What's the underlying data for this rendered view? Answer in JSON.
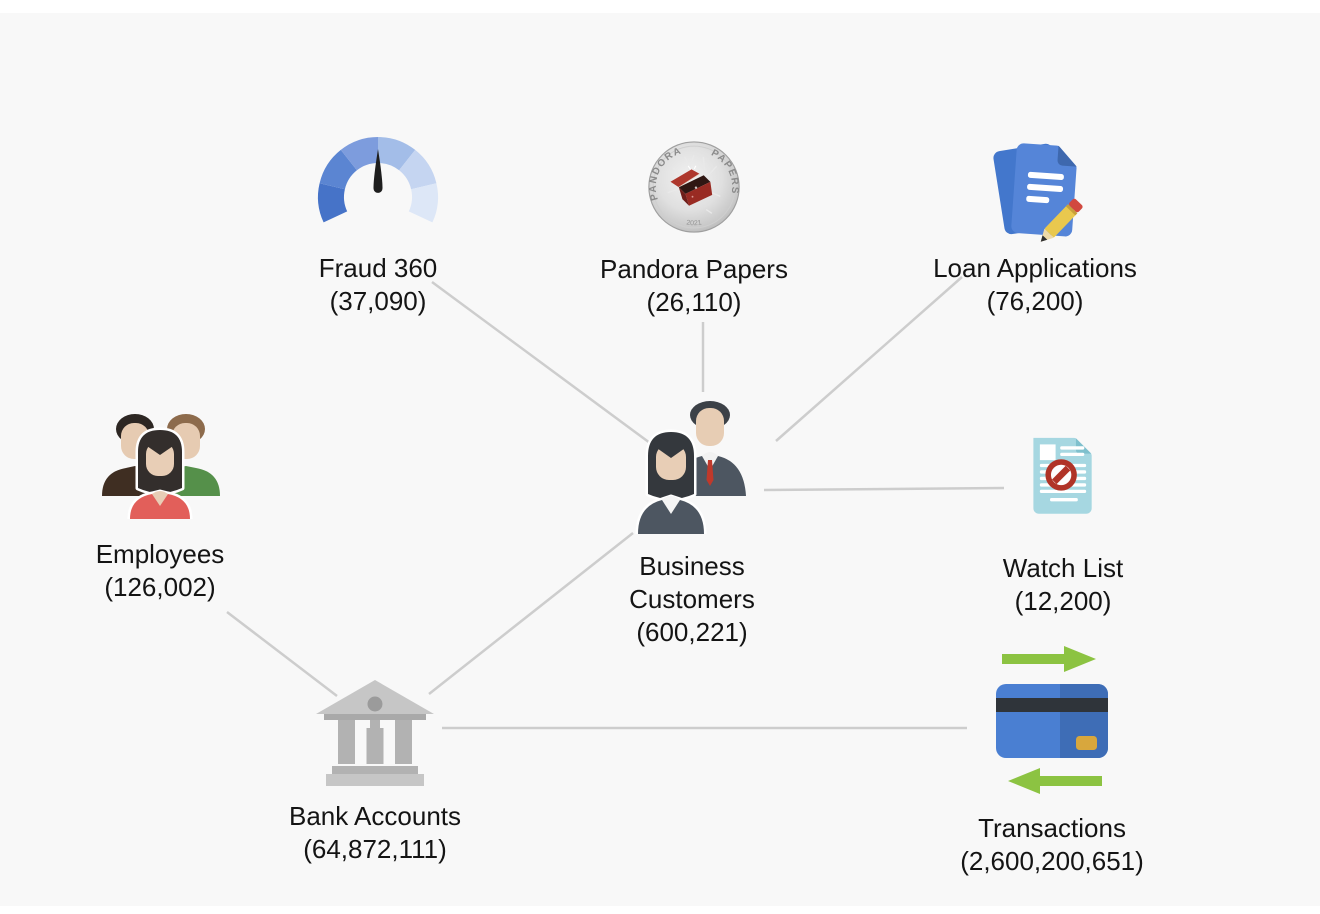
{
  "colors": {
    "canvas_bg": "#f8f8f8",
    "page_bg": "#ffffff",
    "edge": "#cdcdcd",
    "label_text": "#141414"
  },
  "nodes": [
    {
      "id": "fraud-360",
      "label": "Fraud 360",
      "count": "(37,090)",
      "icon": "gauge-icon"
    },
    {
      "id": "pandora-papers",
      "label": "Pandora Papers",
      "count": "(26,110)",
      "icon": "pandora-coin-icon"
    },
    {
      "id": "loan-applications",
      "label": "Loan Applications",
      "count": "(76,200)",
      "icon": "loan-documents-icon"
    },
    {
      "id": "employees",
      "label": "Employees",
      "count": "(126,002)",
      "icon": "people-group-icon"
    },
    {
      "id": "business-customers",
      "label": "Business Customers",
      "count": "(600,221)",
      "icon": "business-people-icon"
    },
    {
      "id": "watch-list",
      "label": "Watch List",
      "count": "(12,200)",
      "icon": "blocked-document-icon"
    },
    {
      "id": "bank-accounts",
      "label": "Bank Accounts",
      "count": "(64,872,111)",
      "icon": "bank-building-icon"
    },
    {
      "id": "transactions",
      "label": "Transactions",
      "count": "(2,600,200,651)",
      "icon": "credit-card-transfer-icon"
    }
  ],
  "edges": [
    {
      "from": "fraud-360",
      "to": "business-customers"
    },
    {
      "from": "pandora-papers",
      "to": "business-customers"
    },
    {
      "from": "loan-applications",
      "to": "business-customers"
    },
    {
      "from": "watch-list",
      "to": "business-customers"
    },
    {
      "from": "business-customers",
      "to": "bank-accounts"
    },
    {
      "from": "employees",
      "to": "bank-accounts"
    },
    {
      "from": "bank-accounts",
      "to": "transactions"
    }
  ],
  "coin_text": {
    "left_arc": "PANDORA",
    "right_arc": "PAPERS",
    "year": "2021"
  }
}
